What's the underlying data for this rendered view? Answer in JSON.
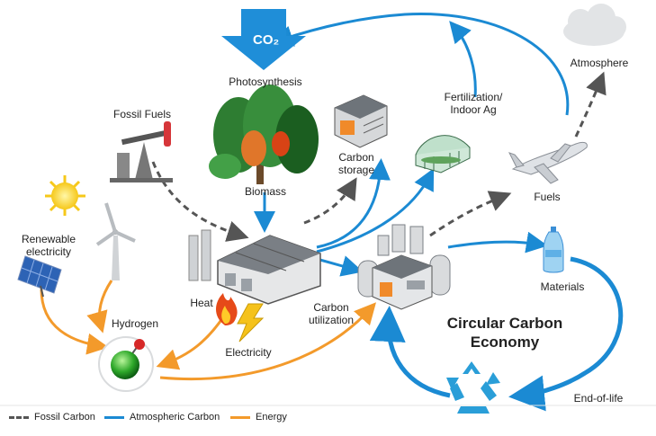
{
  "title": "Circular Carbon Economy",
  "colors": {
    "fossil": "#555555",
    "atmospheric": "#1b8ad3",
    "energy": "#f39a2b",
    "cloud": "#e2e4e6",
    "co2_arrow": "#1f8ed8"
  },
  "labels": {
    "co2": "CO₂",
    "photosynthesis": "Photosynthesis",
    "atmosphere": "Atmosphere",
    "fossil_fuels": "Fossil Fuels",
    "fertilization_line1": "Fertilization/",
    "fertilization_line2": "Indoor Ag",
    "carbon_storage_line1": "Carbon",
    "carbon_storage_line2": "storage",
    "biomass": "Biomass",
    "fuels": "Fuels",
    "renewable_line1": "Renewable",
    "renewable_line2": "electricity",
    "materials": "Materials",
    "heat": "Heat",
    "carbon_util_line1": "Carbon",
    "carbon_util_line2": "utilization",
    "hydrogen": "Hydrogen",
    "electricity": "Electricity",
    "circular_line1": "Circular Carbon",
    "circular_line2": "Economy",
    "end_of_life": "End-of-life"
  },
  "legend": {
    "fossil": "Fossil Carbon",
    "atmospheric": "Atmospheric Carbon",
    "energy": "Energy"
  },
  "icons": [
    "co2-arrow-icon",
    "tree-icon",
    "oil-pump-icon",
    "sun-icon",
    "wind-turbine-icon",
    "solar-panel-icon",
    "factory-icon",
    "carbon-storage-building-icon",
    "greenhouse-icon",
    "airplane-icon",
    "cloud-icon",
    "refinery-icon",
    "bottle-icon",
    "recycle-icon",
    "hydrogen-molecule-icon",
    "flame-icon",
    "lightning-icon"
  ]
}
